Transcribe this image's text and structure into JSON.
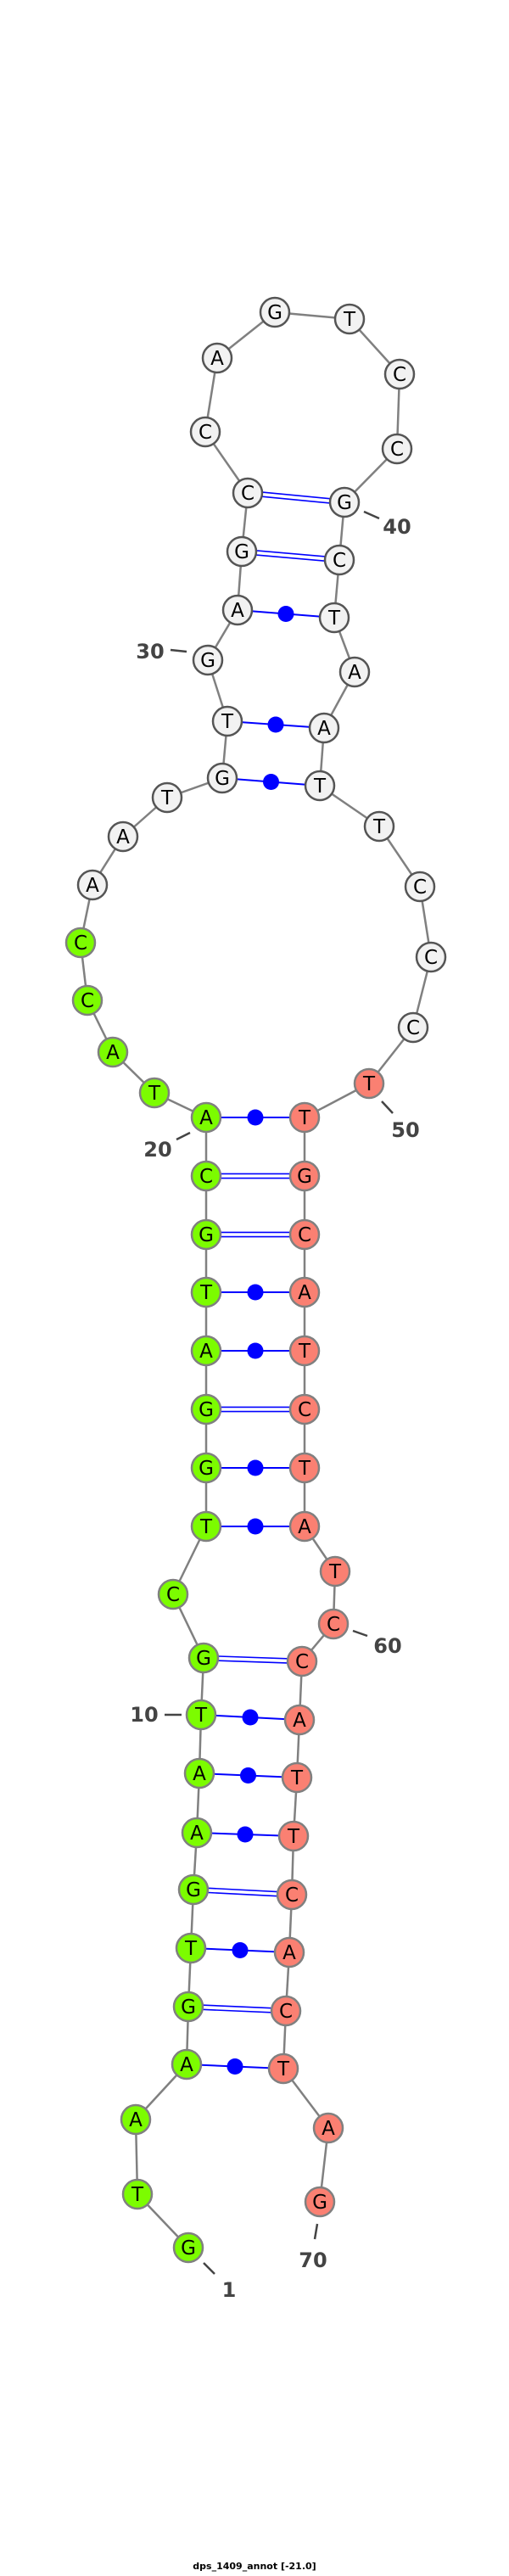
{
  "title": "dps_1409_annot [-21.0]",
  "sequence": [
    "G",
    "T",
    "A",
    "A",
    "G",
    "T",
    "G",
    "A",
    "A",
    "T",
    "G",
    "C",
    "T",
    "G",
    "G",
    "A",
    "T",
    "G",
    "C",
    "A",
    "T",
    "A",
    "C",
    "C",
    "A",
    "A",
    "T",
    "G",
    "T",
    "G",
    "A",
    "G",
    "C",
    "C",
    "A",
    "G",
    "T",
    "C",
    "C",
    "G",
    "C",
    "T",
    "A",
    "A",
    "T",
    "T",
    "C",
    "C",
    "C",
    "T",
    "T",
    "G",
    "C",
    "A",
    "T",
    "C",
    "T",
    "A",
    "T",
    "C",
    "C",
    "A",
    "T",
    "T",
    "C",
    "A",
    "C",
    "T",
    "A",
    "G"
  ],
  "regions": [
    {
      "name": "5-prime",
      "from": 1,
      "to": 24,
      "color": "#7cfc00"
    },
    {
      "name": "middle",
      "from": 25,
      "to": 49,
      "color": "#f2f2f2"
    },
    {
      "name": "3-prime",
      "from": 50,
      "to": 70,
      "color": "#fa8072"
    }
  ],
  "pairs": [
    [
      4,
      68
    ],
    [
      5,
      67
    ],
    [
      6,
      66
    ],
    [
      7,
      65
    ],
    [
      8,
      64
    ],
    [
      9,
      63
    ],
    [
      10,
      62
    ],
    [
      11,
      61
    ],
    [
      13,
      58
    ],
    [
      14,
      57
    ],
    [
      15,
      56
    ],
    [
      16,
      55
    ],
    [
      17,
      54
    ],
    [
      18,
      53
    ],
    [
      19,
      52
    ],
    [
      20,
      51
    ],
    [
      28,
      45
    ],
    [
      29,
      44
    ],
    [
      31,
      42
    ],
    [
      32,
      41
    ],
    [
      33,
      40
    ]
  ],
  "position_labels": [
    {
      "index": 1,
      "text": "1"
    },
    {
      "index": 10,
      "text": "10"
    },
    {
      "index": 20,
      "text": "20"
    },
    {
      "index": 30,
      "text": "30"
    },
    {
      "index": 40,
      "text": "40"
    },
    {
      "index": 50,
      "text": "50"
    },
    {
      "index": 60,
      "text": "60"
    },
    {
      "index": 70,
      "text": "70"
    }
  ],
  "colors": {
    "pair": "#0000ff",
    "backbone": "#808080"
  }
}
